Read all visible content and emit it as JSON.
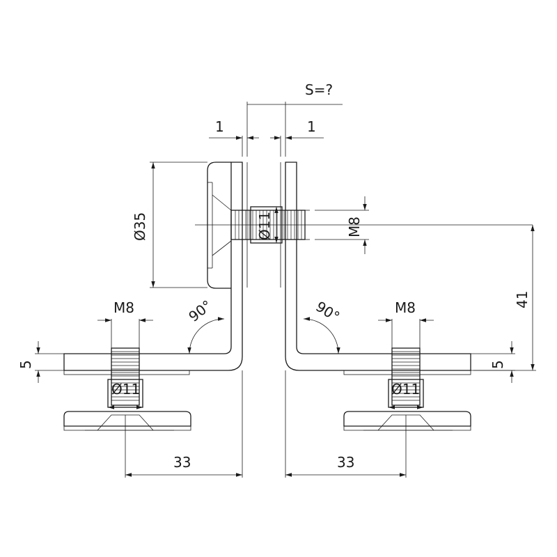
{
  "labels": {
    "gap": "S=?",
    "offset_left": "1",
    "offset_right": "1",
    "diameter_plate": "Ø35",
    "diameter_sleeve_top": "Ø11",
    "thread_top": "M8",
    "height_total": "41",
    "angle_left": "90°",
    "angle_right": "90°",
    "thread_left": "M8",
    "thread_right": "M8",
    "thickness_left": "5",
    "thickness_right": "5",
    "diameter_sleeve_left": "Ø11",
    "diameter_sleeve_right": "Ø11",
    "length_left": "33",
    "length_right": "33"
  }
}
